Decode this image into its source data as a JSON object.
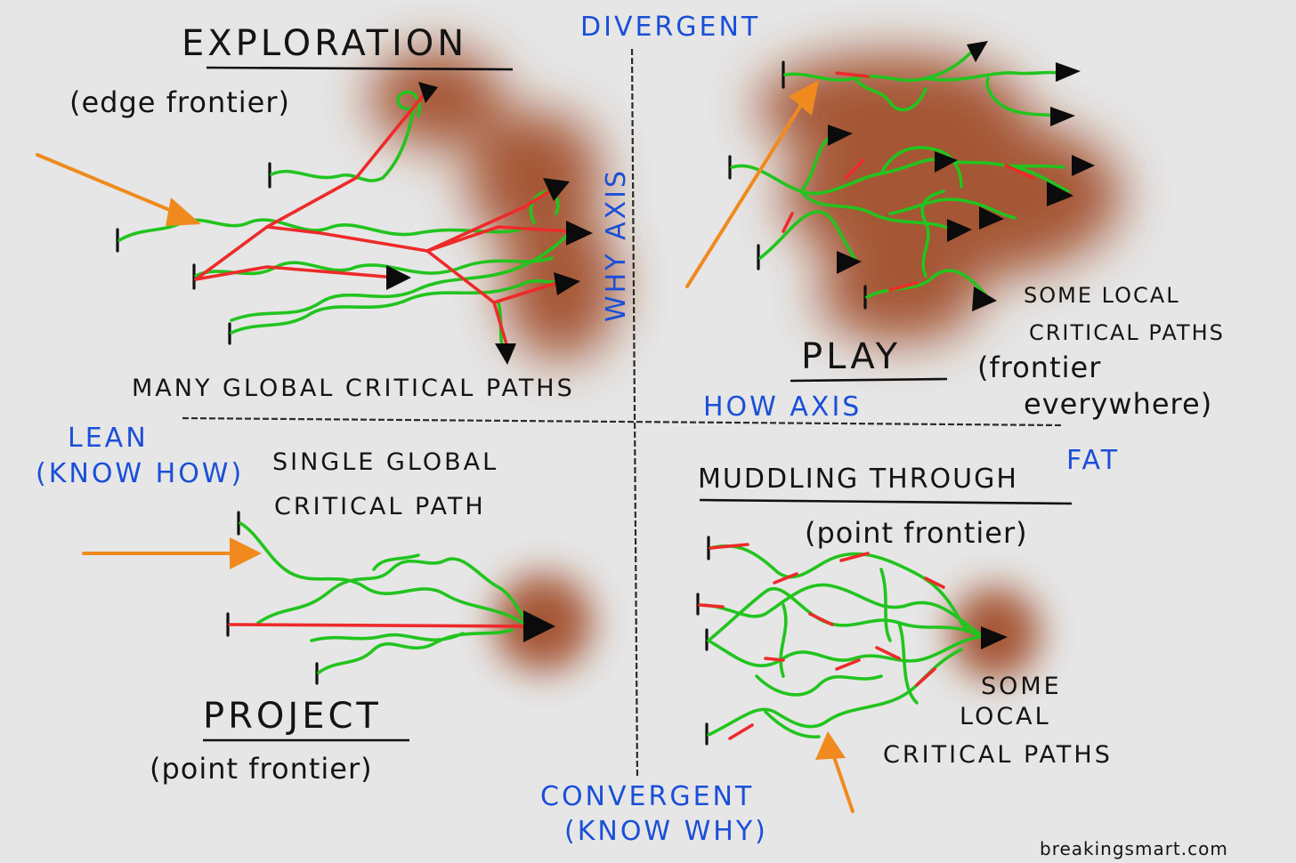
{
  "axes": {
    "top": "DIVERGENT",
    "bottom_line1": "CONVERGENT",
    "bottom_line2": "(KNOW WHY)",
    "left_line1": "LEAN",
    "left_line2": "(KNOW HOW)",
    "right": "FAT",
    "vertical_label": "WHY AXIS",
    "horizontal_label": "HOW AXIS"
  },
  "quadrants": {
    "exploration": {
      "title": "EXPLORATION",
      "subtitle": "(edge frontier)",
      "note": "MANY GLOBAL CRITICAL PATHS"
    },
    "play": {
      "title": "PLAY",
      "note_line1": "SOME LOCAL",
      "note_line2": "CRITICAL PATHS",
      "aside_line1": "(frontier",
      "aside_line2": "everywhere)"
    },
    "project": {
      "title": "PROJECT",
      "subtitle": "(point frontier)",
      "note_line1": "SINGLE GLOBAL",
      "note_line2": "CRITICAL PATH"
    },
    "muddling": {
      "title": "MUDDLING THROUGH",
      "subtitle": "(point frontier)",
      "note_line1": "SOME",
      "note_line2": "LOCAL",
      "note_line3": "CRITICAL PATHS"
    }
  },
  "credit": "breakingsmart.com",
  "colors": {
    "path_green": "#22c41e",
    "critical_red": "#ee2a2a",
    "axis_blue": "#1a4fd8",
    "entry_arrow_orange": "#f08a1e",
    "frontier_brown": "#9a3c14",
    "background": "#e6e6e6"
  }
}
